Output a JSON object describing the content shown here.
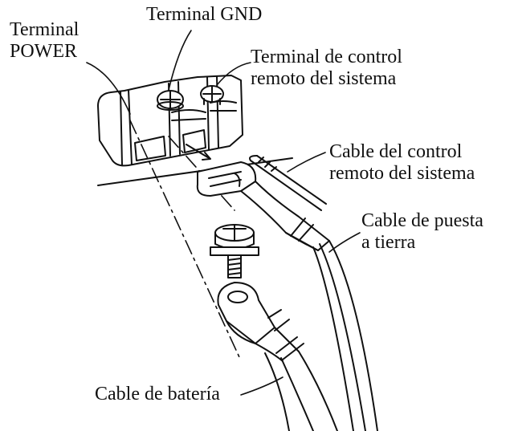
{
  "labels": {
    "power": {
      "line1": "Terminal",
      "line2": "POWER"
    },
    "gnd": {
      "line1": "Terminal GND"
    },
    "remote_terminal": {
      "line1": "Terminal de control",
      "line2": "remoto del sistema"
    },
    "remote_cable": {
      "line1": "Cable del control",
      "line2": "remoto del sistema"
    },
    "ground_cable": {
      "line1": "Cable de puesta",
      "line2": "a tierra"
    },
    "battery_cable": {
      "line1": "Cable de batería"
    }
  }
}
